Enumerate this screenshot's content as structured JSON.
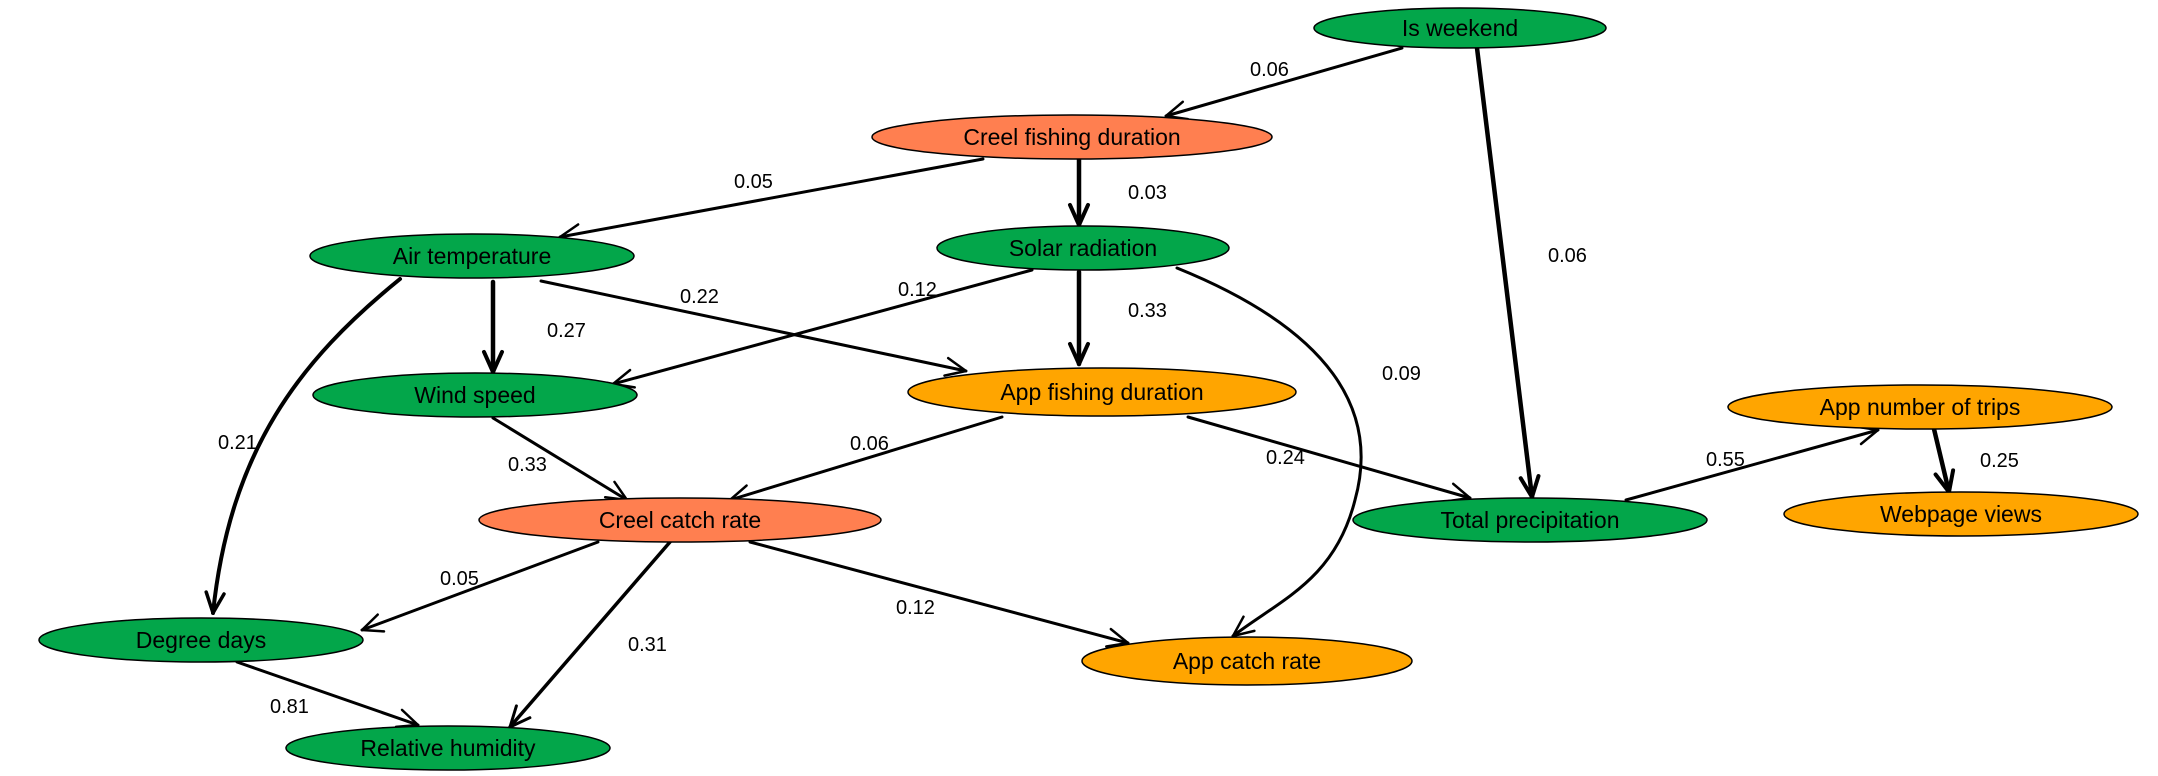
{
  "colors": {
    "environmental": "#03a64a",
    "creel": "#ff7f50",
    "app": "#ffa500",
    "edge": "#000000"
  },
  "nodes": [
    {
      "id": "weekend",
      "label": "Is weekend",
      "group": "environmental"
    },
    {
      "id": "creel_duration",
      "label": "Creel fishing duration",
      "group": "creel"
    },
    {
      "id": "air_temp",
      "label": "Air temperature",
      "group": "environmental"
    },
    {
      "id": "solar",
      "label": "Solar radiation",
      "group": "environmental"
    },
    {
      "id": "wind",
      "label": "Wind speed",
      "group": "environmental"
    },
    {
      "id": "app_duration",
      "label": "App fishing duration",
      "group": "app"
    },
    {
      "id": "app_trips",
      "label": "App number of trips",
      "group": "app"
    },
    {
      "id": "creel_catch",
      "label": "Creel catch rate",
      "group": "creel"
    },
    {
      "id": "precip",
      "label": "Total precipitation",
      "group": "environmental"
    },
    {
      "id": "webpage",
      "label": "Webpage views",
      "group": "app"
    },
    {
      "id": "degree_days",
      "label": "Degree days",
      "group": "environmental"
    },
    {
      "id": "app_catch",
      "label": "App catch rate",
      "group": "app"
    },
    {
      "id": "humidity",
      "label": "Relative humidity",
      "group": "environmental"
    }
  ],
  "edges": [
    {
      "from": "weekend",
      "to": "creel_duration",
      "weight": "0.06"
    },
    {
      "from": "weekend",
      "to": "precip",
      "weight": "0.06"
    },
    {
      "from": "creel_duration",
      "to": "air_temp",
      "weight": "0.05"
    },
    {
      "from": "creel_duration",
      "to": "solar",
      "weight": "0.03"
    },
    {
      "from": "air_temp",
      "to": "wind",
      "weight": "0.27"
    },
    {
      "from": "air_temp",
      "to": "app_duration",
      "weight": "0.22"
    },
    {
      "from": "air_temp",
      "to": "degree_days",
      "weight": "0.21"
    },
    {
      "from": "solar",
      "to": "wind",
      "weight": "0.12"
    },
    {
      "from": "solar",
      "to": "app_duration",
      "weight": "0.33"
    },
    {
      "from": "solar",
      "to": "app_catch",
      "weight": "0.09"
    },
    {
      "from": "wind",
      "to": "creel_catch",
      "weight": "0.33"
    },
    {
      "from": "app_duration",
      "to": "creel_catch",
      "weight": "0.06"
    },
    {
      "from": "app_duration",
      "to": "precip",
      "weight": "0.24"
    },
    {
      "from": "precip",
      "to": "app_trips",
      "weight": "0.55"
    },
    {
      "from": "app_trips",
      "to": "webpage",
      "weight": "0.25"
    },
    {
      "from": "creel_catch",
      "to": "degree_days",
      "weight": "0.05"
    },
    {
      "from": "creel_catch",
      "to": "humidity",
      "weight": "0.31"
    },
    {
      "from": "creel_catch",
      "to": "app_catch",
      "weight": "0.12"
    },
    {
      "from": "degree_days",
      "to": "humidity",
      "weight": "0.81"
    }
  ]
}
